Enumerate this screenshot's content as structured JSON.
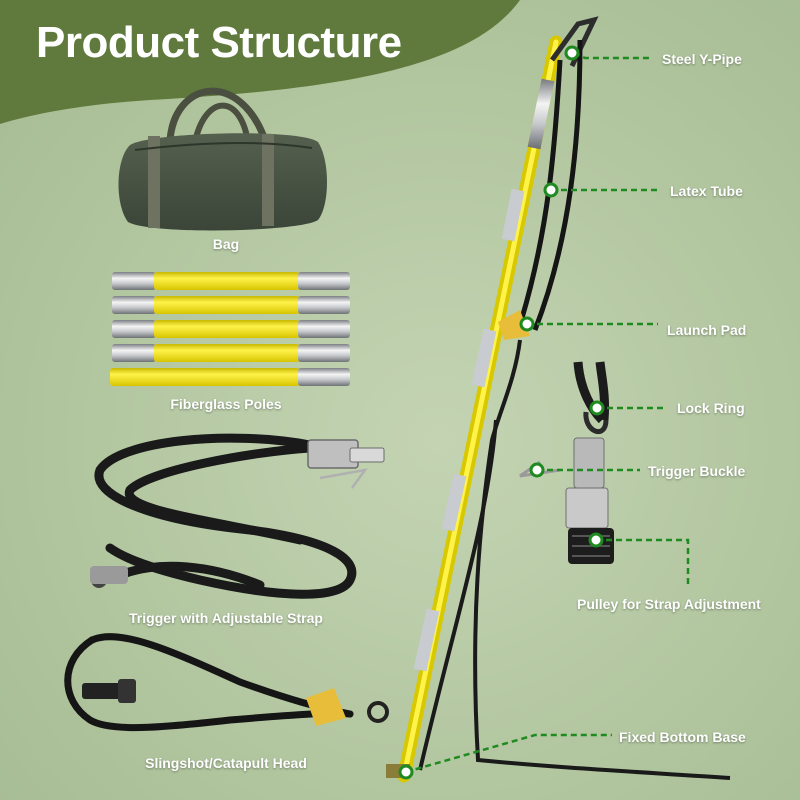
{
  "title": "Product Structure",
  "colors": {
    "banner": "#5f7a3c",
    "accent_green": "#1f8a1f",
    "pole_yellow": "#f2e20e",
    "strap_black": "#1a1a1a"
  },
  "items": {
    "bag": "Bag",
    "poles": "Fiberglass Poles",
    "trigger_strap": "Trigger with Adjustable Strap",
    "slingshot_head": "Slingshot/Catapult Head"
  },
  "callouts": {
    "steel_y_pipe": "Steel Y-Pipe",
    "latex_tube": "Latex Tube",
    "launch_pad": "Launch Pad",
    "lock_ring": "Lock Ring",
    "trigger_buckle": "Trigger Buckle",
    "pulley": "Pulley for Strap Adjustment",
    "bottom_base": "Fixed Bottom Base"
  },
  "icons": [
    "duffel-bag",
    "fiberglass-pole",
    "adjustable-strap",
    "slingshot-head",
    "assembled-catapult",
    "trigger-buckle-closeup"
  ]
}
